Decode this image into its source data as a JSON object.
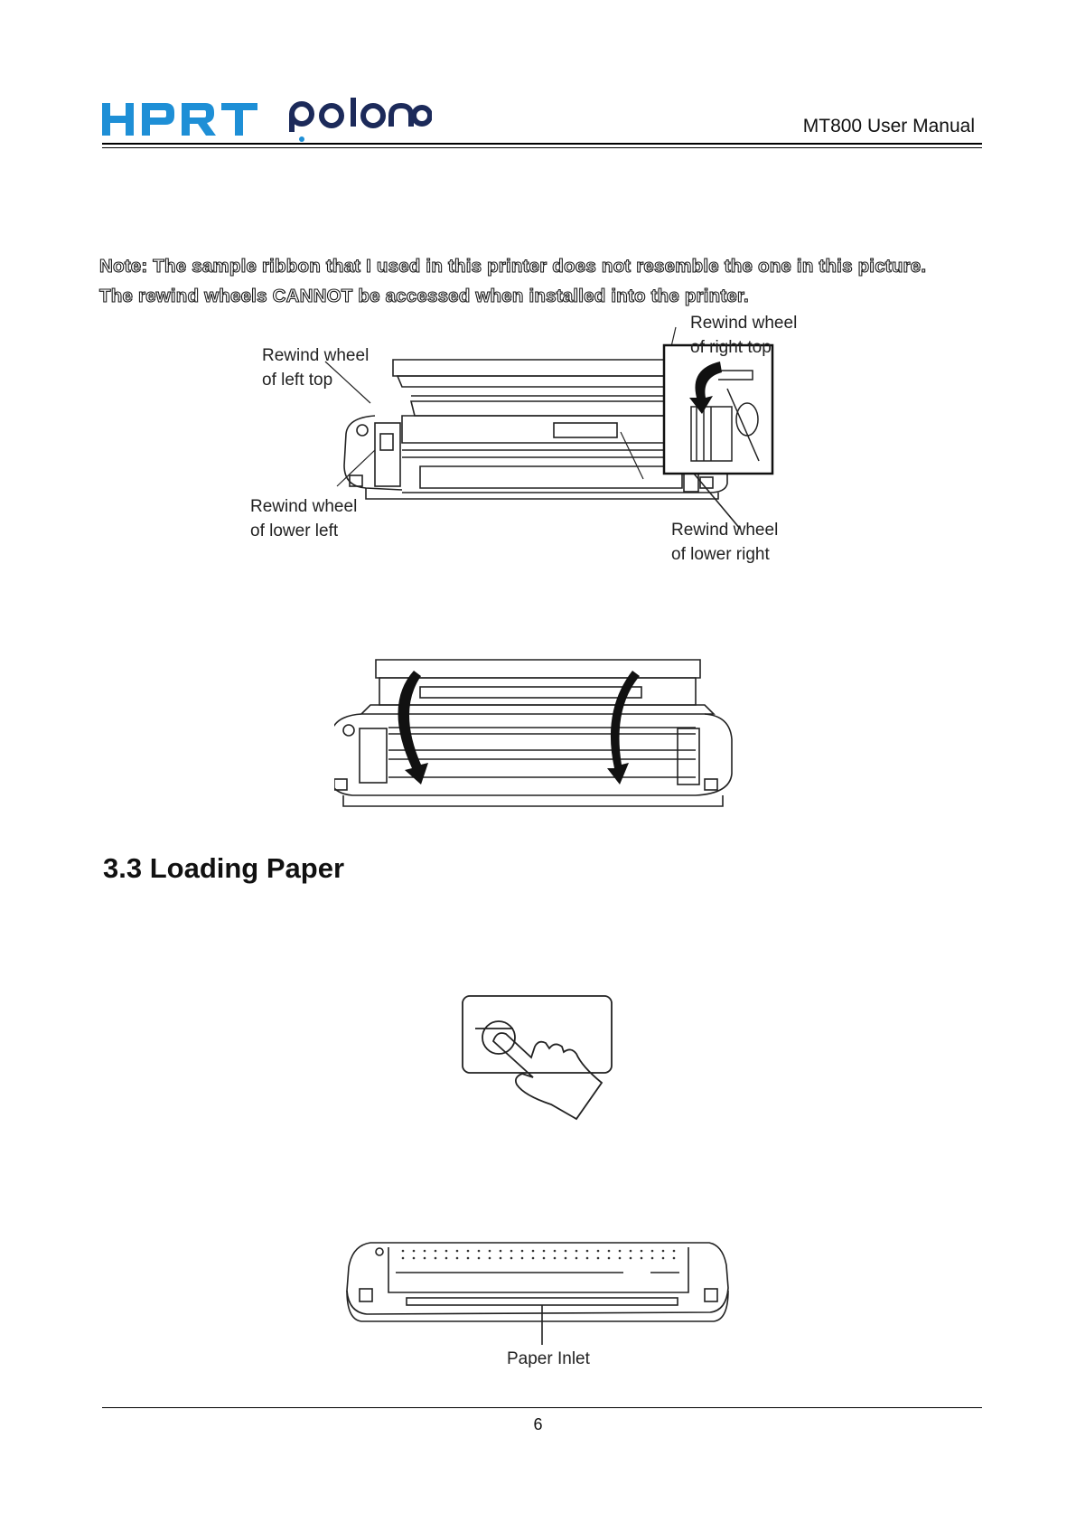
{
  "header": {
    "logo_primary": "HPRT",
    "logo_secondary": "polono",
    "manual_title": "MT800 User Manual",
    "colors": {
      "hprt_blue": "#1e8fd6",
      "polono_navy": "#1c2a5a"
    }
  },
  "note": {
    "line1": "Note: The sample ribbon that I used in this printer does not resemble the one in this picture.",
    "line2": "The rewind wheels CANNOT be accessed when installed into the printer."
  },
  "figure_ribbon_wheels": {
    "labels": {
      "left_top": {
        "line1": "Rewind wheel",
        "line2": "of left top"
      },
      "right_top": {
        "line1": "Rewind wheel",
        "line2": "of right top"
      },
      "lower_left": {
        "line1": "Rewind wheel",
        "line2": "of lower left"
      },
      "lower_right": {
        "line1": "Rewind wheel",
        "line2": "of lower right"
      }
    },
    "icons": [
      "printer-open-illustration",
      "rewind-wheel-detail-inset",
      "rotation-arrow-icon"
    ]
  },
  "figure_close_cover": {
    "icons": [
      "printer-cover-close-illustration",
      "close-arrow-icon"
    ]
  },
  "section": {
    "heading": "3.3 Loading Paper"
  },
  "figure_press_button": {
    "icons": [
      "power-button-panel",
      "pointing-hand-icon"
    ]
  },
  "figure_paper_inlet": {
    "label": "Paper Inlet",
    "icons": [
      "printer-front-illustration"
    ]
  },
  "footer": {
    "page_number": "6"
  }
}
